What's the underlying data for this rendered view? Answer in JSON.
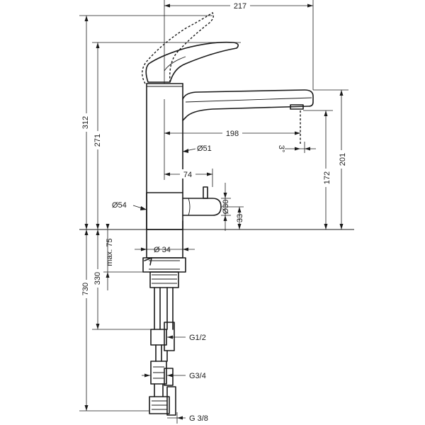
{
  "dimensions": {
    "overall_width": "217",
    "reach": "198",
    "rotation_angle": "3°",
    "spout_tube_diameter": "Ø51",
    "valve_offset": "74",
    "base_diameter": "Ø54",
    "valve_diameter": "Ø30",
    "valve_height": "33",
    "total_height": "312",
    "lever_height": "271",
    "outlet_height": "201",
    "spray_height": "172",
    "shank_diameter": "Ø 34",
    "max_deck_thickness": "max. 75",
    "shank_length": "330",
    "hose_length": "730"
  },
  "connections": {
    "inlet_thread": "G1/2",
    "hose_thread": "G3/4",
    "supply_thread": "G 3/8"
  },
  "colors": {
    "line": "#1a1a1a",
    "background": "#ffffff"
  }
}
